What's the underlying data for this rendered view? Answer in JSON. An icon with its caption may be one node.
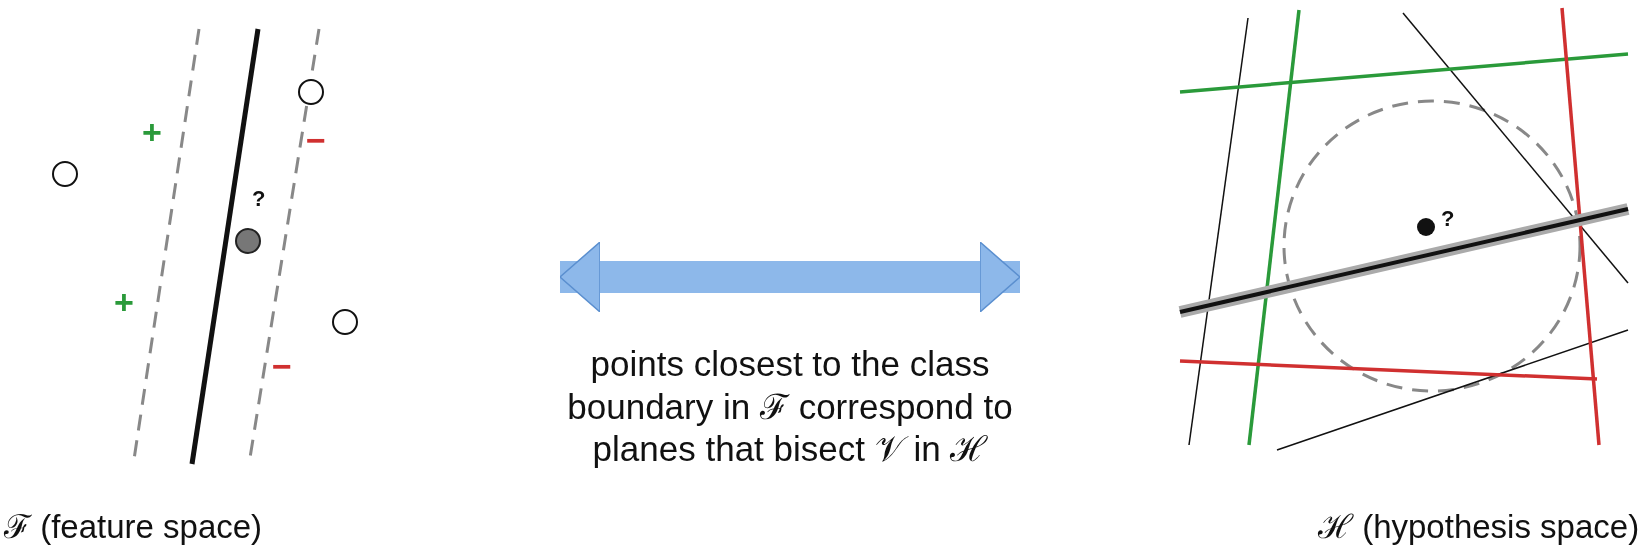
{
  "diagram": {
    "nodes": [
      {
        "text": [],
        "shape": "picture",
        "beside": [
          "ℱ (feature space)"
        ]
      },
      {
        "text": [],
        "shape": "picture",
        "beside": [
          "ℋ (hypothesis space)"
        ]
      }
    ],
    "edges": [
      {
        "from": 0,
        "to": 1,
        "arrow": "both",
        "label": "points closest to the class boundary in ℱ correspond to planes that bisect 𝒱 in ℋ"
      }
    ],
    "labels": [
      "+",
      "−",
      "?",
      "?",
      "+",
      "−"
    ]
  }
}
